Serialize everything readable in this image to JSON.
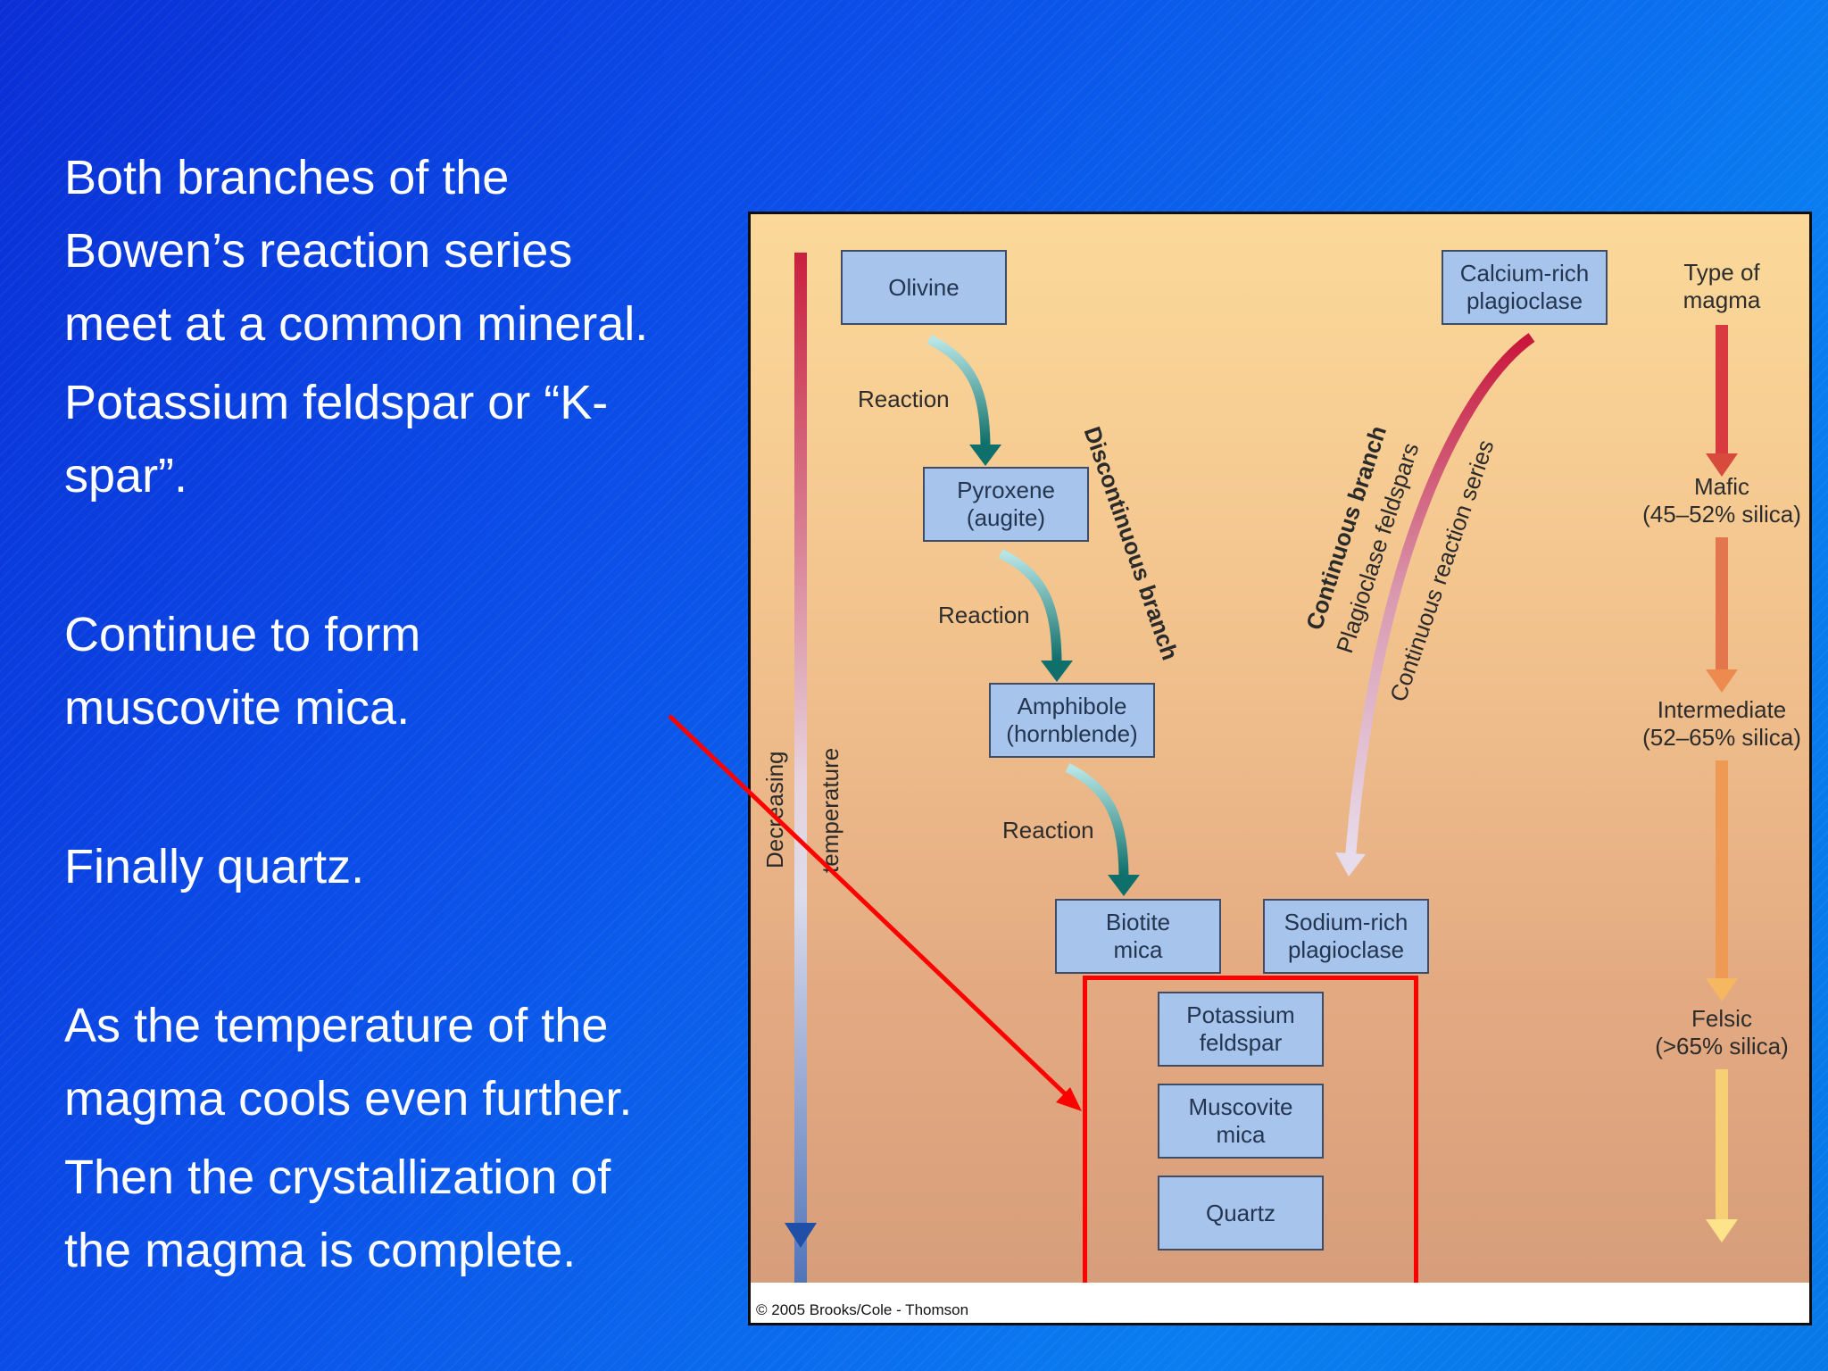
{
  "slide": {
    "paragraph1": [
      "Both branches of the",
      "Bowen’s reaction series",
      "meet at a common mineral."
    ],
    "paragraph2": [
      "Potassium feldspar or “K-",
      "spar”."
    ],
    "paragraph3": [
      "Continue to form",
      "muscovite mica."
    ],
    "paragraph4": [
      "Finally quartz."
    ],
    "paragraph5": [
      "As the temperature of the",
      "magma cools even further."
    ],
    "paragraph6": [
      "Then the crystallization of",
      "the magma is complete."
    ]
  },
  "diagram": {
    "temperature_axis": [
      "Decreasing",
      "temperature"
    ],
    "discontinuous": {
      "title": "Discontinuous branch",
      "minerals": [
        [
          "Olivine"
        ],
        [
          "Pyroxene",
          "(augite)"
        ],
        [
          "Amphibole",
          "(hornblende)"
        ],
        [
          "Biotite",
          "mica"
        ]
      ],
      "reaction_label": "Reaction"
    },
    "continuous": {
      "title": "Continuous branch",
      "subtitle": "Plagioclase feldspars",
      "series_label": "Continuous reaction series",
      "start": [
        "Calcium-rich",
        "plagioclase"
      ],
      "end": [
        "Sodium-rich",
        "plagioclase"
      ]
    },
    "common_minerals": [
      [
        "Potassium",
        "feldspar"
      ],
      [
        "Muscovite",
        "mica"
      ],
      [
        "Quartz"
      ]
    ],
    "magma": {
      "title": [
        "Type of",
        "magma"
      ],
      "types": [
        [
          "Mafic",
          "(45–52% silica)"
        ],
        [
          "Intermediate",
          "(52–65% silica)"
        ],
        [
          "Felsic",
          "(>65% silica)"
        ]
      ]
    },
    "copyright": "© 2005 Brooks/Cole - Thomson"
  },
  "colors": {
    "background_blue": "#0b5ae8",
    "mineral_box": "#a7c4ec",
    "highlight_red": "#ff0000",
    "reaction_arrow": "#0f6f6a"
  }
}
